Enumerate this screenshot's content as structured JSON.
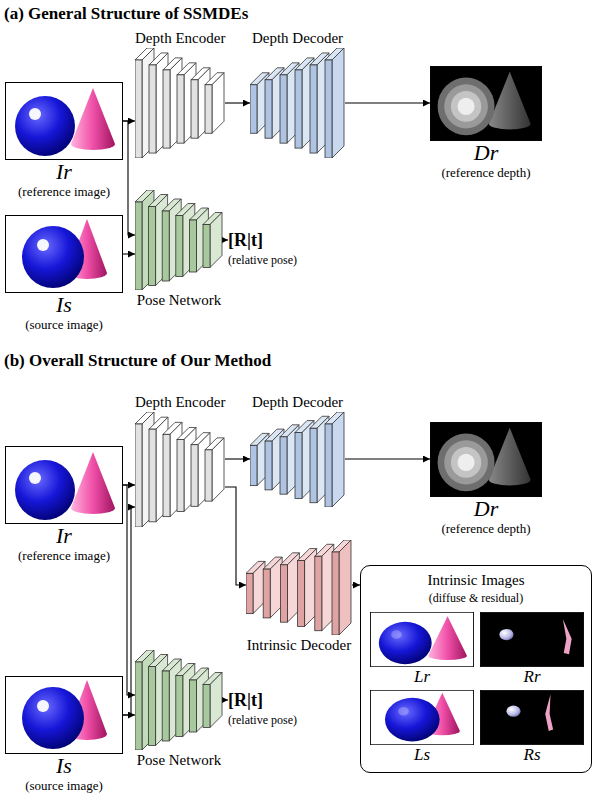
{
  "diagram": {
    "nodes": [
      {
        "text": [
          "Ir",
          "(reference image)"
        ]
      },
      {
        "text": [
          "Is",
          "(source image)"
        ]
      },
      {
        "text": [
          "Depth Encoder"
        ]
      },
      {
        "text": [
          "Pose Network"
        ]
      },
      {
        "text": [
          "Depth Decoder"
        ]
      },
      {
        "text": [
          "[R|t]",
          "(relative pose)"
        ]
      },
      {
        "text": [
          "Dr",
          "(reference depth)"
        ]
      },
      {
        "text": [
          "Ir",
          "(reference image)"
        ]
      },
      {
        "text": [
          "Is",
          "(source image)"
        ]
      },
      {
        "text": [
          "Depth Encoder"
        ]
      },
      {
        "text": [
          "Pose Network"
        ]
      },
      {
        "text": [
          "Depth Decoder"
        ]
      },
      {
        "text": [
          "Intrinsic Decoder"
        ]
      },
      {
        "text": [
          "[R|t]",
          "(relative pose)"
        ]
      },
      {
        "text": [
          "Dr",
          "(reference depth)"
        ]
      },
      {
        "text": [
          "Intrinsic Images",
          "(diffuse & residual)"
        ]
      },
      {
        "text": [
          "Lr"
        ],
        "in": 15
      },
      {
        "text": [
          "Rr"
        ],
        "in": 15
      },
      {
        "text": [
          "Ls"
        ],
        "in": 15
      },
      {
        "text": [
          "Rs"
        ],
        "in": 15
      }
    ],
    "edges": [
      {
        "from": 0,
        "to": 2,
        "arrow": "to"
      },
      {
        "from": 0,
        "to": 3,
        "arrow": "to"
      },
      {
        "from": 1,
        "to": 3,
        "arrow": "to"
      },
      {
        "from": 2,
        "to": 4,
        "arrow": "to"
      },
      {
        "from": 4,
        "to": 6,
        "arrow": "to"
      },
      {
        "from": 3,
        "to": 5,
        "arrow": "to"
      },
      {
        "from": 7,
        "to": 9,
        "arrow": "to"
      },
      {
        "from": 8,
        "to": 9,
        "arrow": "to"
      },
      {
        "from": 7,
        "to": 10,
        "arrow": "to"
      },
      {
        "from": 8,
        "to": 10,
        "arrow": "to"
      },
      {
        "from": 9,
        "to": 11,
        "arrow": "to"
      },
      {
        "from": 9,
        "to": 12,
        "arrow": "to"
      },
      {
        "from": 11,
        "to": 14,
        "arrow": "to"
      },
      {
        "from": 12,
        "to": 15,
        "arrow": "to"
      },
      {
        "from": 10,
        "to": 13,
        "arrow": "to"
      }
    ],
    "labels": [
      "(a) General Structure of SSMDEs",
      "(b) Overall Structure of Our Method"
    ]
  }
}
